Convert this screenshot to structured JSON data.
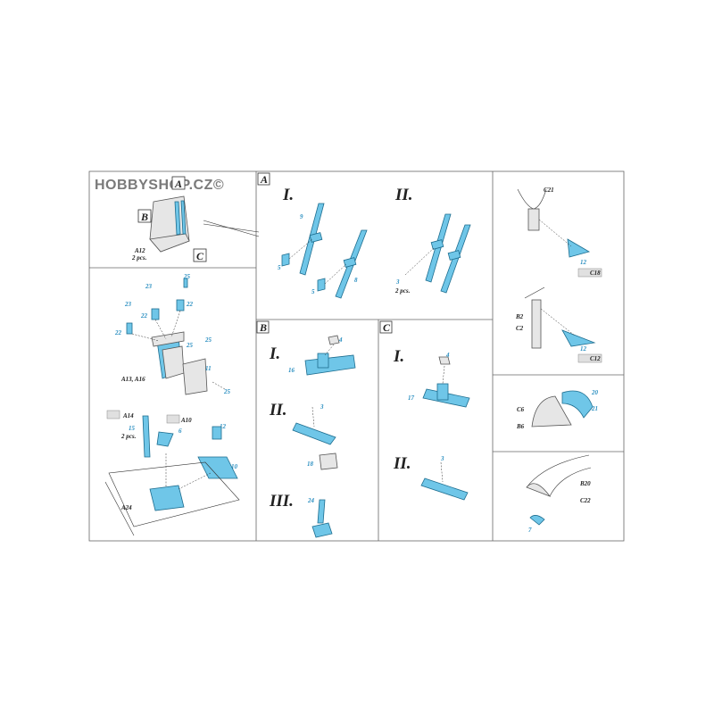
{
  "watermark": "HOBBYSHOP.CZ©",
  "panel_tl": {
    "letter_a": "A",
    "letter_b": "B",
    "letter_c": "C",
    "part_ref": "A12",
    "qty": "2 pcs."
  },
  "panel_a": {
    "letter": "A",
    "step1": "I.",
    "step2": "II.",
    "n9": "9",
    "n5a": "5",
    "n5b": "5",
    "n8": "8",
    "n3": "3",
    "qty": "2 pcs."
  },
  "panel_b": {
    "letter": "B",
    "step1": "I.",
    "step2": "II.",
    "step3": "III.",
    "n4": "4",
    "n16": "16",
    "n3": "3",
    "n18": "18",
    "n24": "24"
  },
  "panel_c": {
    "letter": "C",
    "step1": "I.",
    "step2": "II.",
    "n4": "4",
    "n17": "17",
    "n3": "3"
  },
  "panel_ml": {
    "n23": "23",
    "n25a": "25",
    "n22a": "22",
    "n22b": "22",
    "n23b": "23",
    "n22c": "22",
    "n25b": "25",
    "n25c": "25",
    "n11": "11",
    "n25d": "25",
    "ref": "A13, A16"
  },
  "panel_bl": {
    "a14": "A14",
    "a10": "A10",
    "n15": "15",
    "qty": "2 pcs.",
    "n6": "6",
    "n12": "12",
    "n10": "10",
    "a24": "A24"
  },
  "panel_r1": {
    "c21": "C21",
    "n12": "12",
    "c18": "C18"
  },
  "panel_r2": {
    "b2": "B2",
    "c2": "C2",
    "n12": "12",
    "c12": "C12"
  },
  "panel_r3": {
    "c6": "C6",
    "b6": "B6",
    "n20": "20",
    "n21": "21"
  },
  "panel_r4": {
    "b20": "B20",
    "c22": "C22",
    "n7": "7"
  },
  "colors": {
    "part": "#6fc6e8",
    "outline": "#1d6d8f",
    "frame": "#666666"
  }
}
